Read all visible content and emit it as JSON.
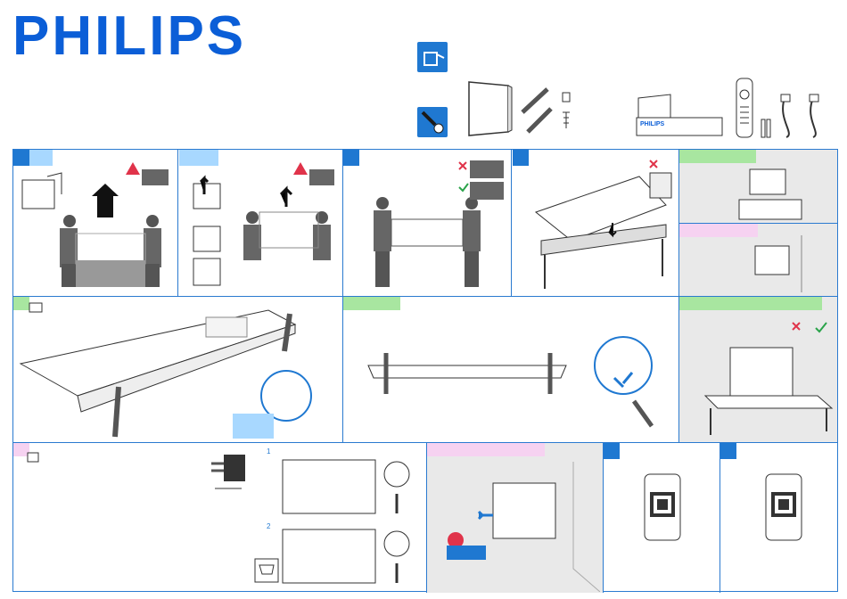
{
  "brand": {
    "logo_text": "PHILIPS",
    "color": "#0b5ed7"
  },
  "box_label": "PHILIPS",
  "accessories": {
    "remote_icon": "remote-control-icon",
    "cable_icon": "power-cable-icon",
    "screw_icon": "screw-icon",
    "stand_icon": "stand-leg-icon"
  },
  "step_numbers": {
    "step_1": "1",
    "step_2": "2"
  },
  "colors": {
    "accent_blue": "#1f78d1",
    "light_blue": "#a8d8ff",
    "green": "#a8e6a0",
    "pink": "#f6d2f1",
    "warning_red": "#e0334a"
  }
}
